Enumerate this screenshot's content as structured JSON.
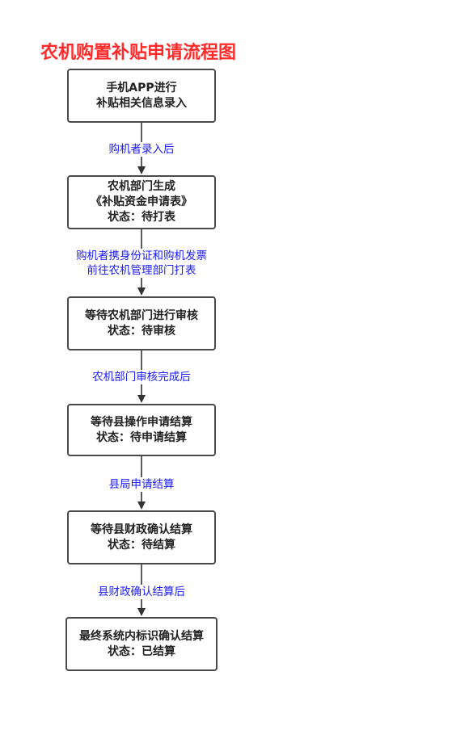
{
  "title": "农机购置补贴申请流程图",
  "colors": {
    "title": "#ff2a2a",
    "edge_label": "#1a1aff",
    "node_border": "#4a4a4a",
    "node_text": "#222222",
    "arrow": "#333333"
  },
  "nodes": [
    {
      "lines": [
        "手机APP进行",
        "补贴相关信息录入"
      ]
    },
    {
      "lines": [
        "农机部门生成",
        "《补贴资金申请表》",
        "状态：待打表"
      ]
    },
    {
      "lines": [
        "等待农机部门进行审核",
        "状态：待审核"
      ]
    },
    {
      "lines": [
        "等待县操作申请结算",
        "状态：待申请结算"
      ]
    },
    {
      "lines": [
        "等待县财政确认结算",
        "状态：待结算"
      ]
    },
    {
      "lines": [
        "最终系统内标识确认结算",
        "状态：已结算"
      ]
    }
  ],
  "edges": [
    {
      "lines": [
        "购机者录入后"
      ]
    },
    {
      "lines": [
        "购机者携身份证和购机发票",
        "前往农机管理部门打表"
      ]
    },
    {
      "lines": [
        "农机部门审核完成后"
      ]
    },
    {
      "lines": [
        "县局申请结算"
      ]
    },
    {
      "lines": [
        "县财政确认结算后"
      ]
    }
  ]
}
